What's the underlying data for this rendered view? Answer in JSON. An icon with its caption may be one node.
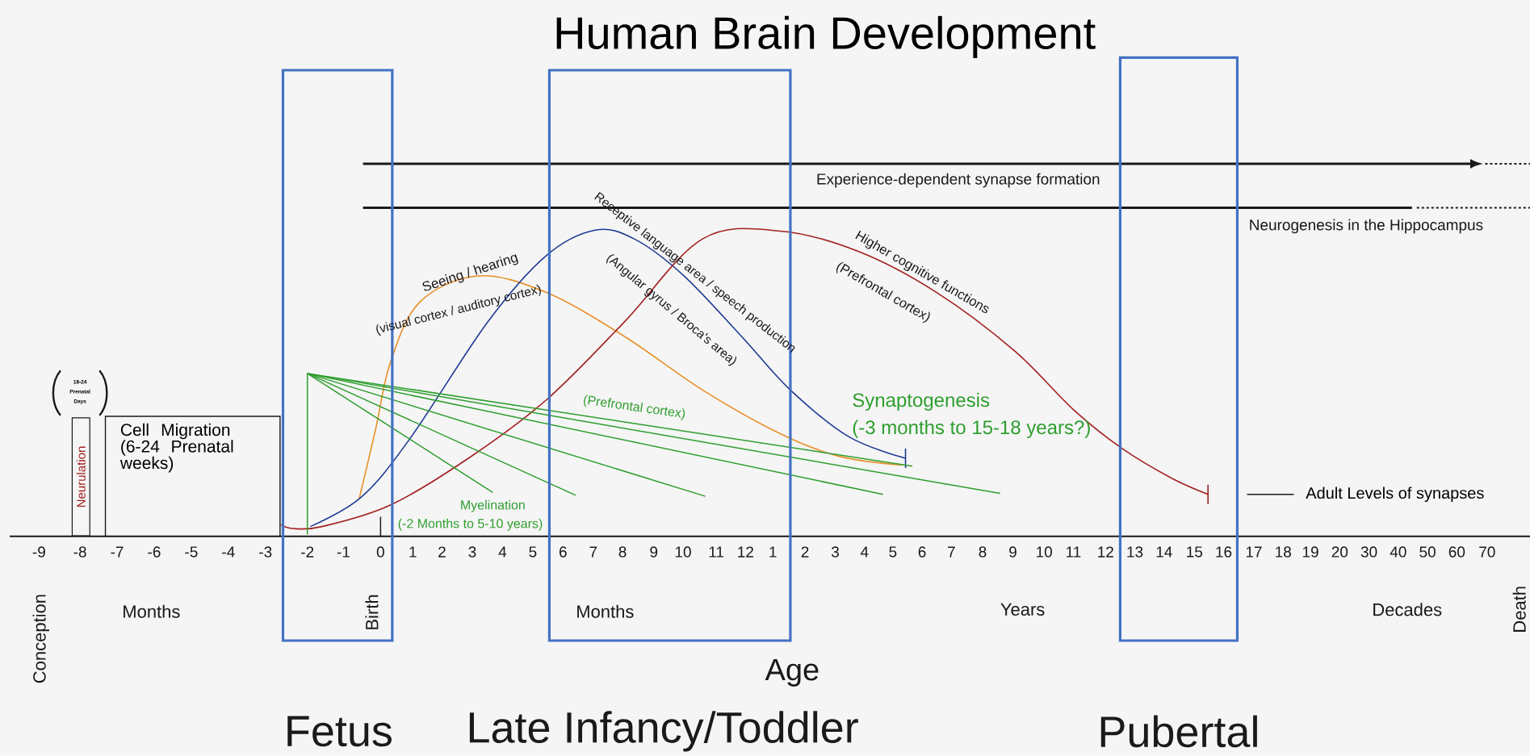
{
  "diagram": {
    "title": "Human Brain Development",
    "nodes": [
      {
        "text": [
          "Neurulation"
        ],
        "beside": [
          "18-24 Prenatal Days"
        ]
      },
      {
        "text": [
          "Cell Migration (6-24 Prenatal weeks)"
        ]
      }
    ],
    "labels": [
      "Experience-dependent synapse formation",
      "Neurogenesis in the Hippocampus",
      "Seeing / hearing",
      "(visual cortex / auditory cortex)",
      "Receptive language area / speech production",
      "(Angular gyrus / Broca's area)",
      "Higher cognitive functions",
      "(Prefrontal cortex)",
      "(Prefrontal cortex)",
      "Myelination",
      "(-2 Months to 5-10 years)",
      "Synaptogenesis",
      "(-3 months to 15-18 years?)",
      "Conception",
      "Months",
      "Birth",
      "Months",
      "Years",
      "Decades",
      "Death",
      "Age",
      "-9",
      "-8",
      "-7",
      "-6",
      "-5",
      "-4",
      "-3",
      "-2",
      "-1",
      "0",
      "1",
      "2",
      "3",
      "4",
      "5",
      "6",
      "7",
      "8",
      "9",
      "10",
      "11",
      "12",
      "1",
      "2",
      "3",
      "4",
      "5",
      "6",
      "7",
      "8",
      "9",
      "10",
      "11",
      "12",
      "13",
      "14",
      "15",
      "16",
      "17",
      "18",
      "19",
      "20",
      "30",
      "40",
      "50",
      "60",
      "70",
      "Fetus",
      "Late Infancy/Toddler",
      "Pubertal"
    ],
    "legend": [
      {
        "text": "Adult Levels of synapses"
      }
    ]
  }
}
